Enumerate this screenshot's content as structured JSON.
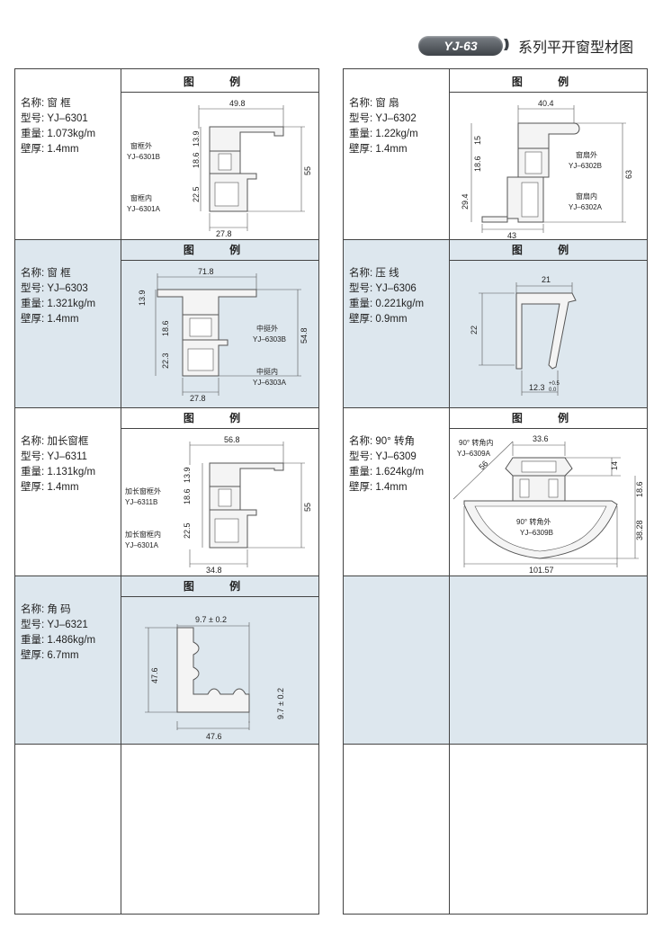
{
  "header": {
    "badge": "YJ-63",
    "title": "系列平开窗型材图",
    "chevrons": "))"
  },
  "legend_label": "图 例",
  "left": [
    {
      "name": "名称: 窗 框",
      "model": "型号: YJ–6301",
      "weight": "重量: 1.073kg/m",
      "wall": "壁厚: 1.4mm",
      "parts": [
        "窗框外",
        "YJ–6301B",
        "窗框内",
        "YJ–6301A"
      ],
      "dims": [
        "49.8",
        "13.9",
        "18.6",
        "22.5",
        "55",
        "27.8"
      ]
    },
    {
      "name": "名称: 窗 框",
      "model": "型号: YJ–6303",
      "weight": "重量: 1.321kg/m",
      "wall": "壁厚: 1.4mm",
      "parts": [
        "中挺外",
        "YJ–6303B",
        "中挺内",
        "YJ–6303A"
      ],
      "dims": [
        "71.8",
        "13.9",
        "18.6",
        "22.3",
        "54.8",
        "27.8"
      ]
    },
    {
      "name": "名称: 加长窗框",
      "model": "型号: YJ–6311",
      "weight": "重量: 1.131kg/m",
      "wall": "壁厚: 1.4mm",
      "parts": [
        "加长窗框外",
        "YJ–6311B",
        "加长窗框内",
        "YJ–6301A"
      ],
      "dims": [
        "56.8",
        "13.9",
        "18.6",
        "22.5",
        "55",
        "34.8"
      ]
    },
    {
      "name": "名称: 角 码",
      "model": "型号: YJ–6321",
      "weight": "重量: 1.486kg/m",
      "wall": "壁厚: 6.7mm",
      "dims": [
        "9.7 ± 0.2",
        "47.6",
        "9.7 ± 0.2",
        "47.6"
      ]
    }
  ],
  "right": [
    {
      "name": "名称: 窗 扇",
      "model": "型号: YJ–6302",
      "weight": "重量: 1.22kg/m",
      "wall": "壁厚: 1.4mm",
      "parts": [
        "窗扇外",
        "YJ–6302B",
        "窗扇内",
        "YJ–6302A"
      ],
      "dims": [
        "40.4",
        "15",
        "18.6",
        "29.4",
        "63",
        "43"
      ]
    },
    {
      "name": "名称: 压 线",
      "model": "型号: YJ–6306",
      "weight": "重量: 0.221kg/m",
      "wall": "壁厚: 0.9mm",
      "dims": [
        "21",
        "22",
        "12.3",
        "+0.5",
        "0.0"
      ]
    },
    {
      "name": "名称: 90° 转角",
      "model": "型号: YJ–6309",
      "weight": "重量: 1.624kg/m",
      "wall": "壁厚: 1.4mm",
      "parts": [
        "90° 转角内",
        "YJ–6309A",
        "90° 转角外",
        "YJ–6309B"
      ],
      "dims": [
        "33.6",
        "56",
        "14",
        "18.6",
        "38.28",
        "101.57"
      ]
    }
  ]
}
